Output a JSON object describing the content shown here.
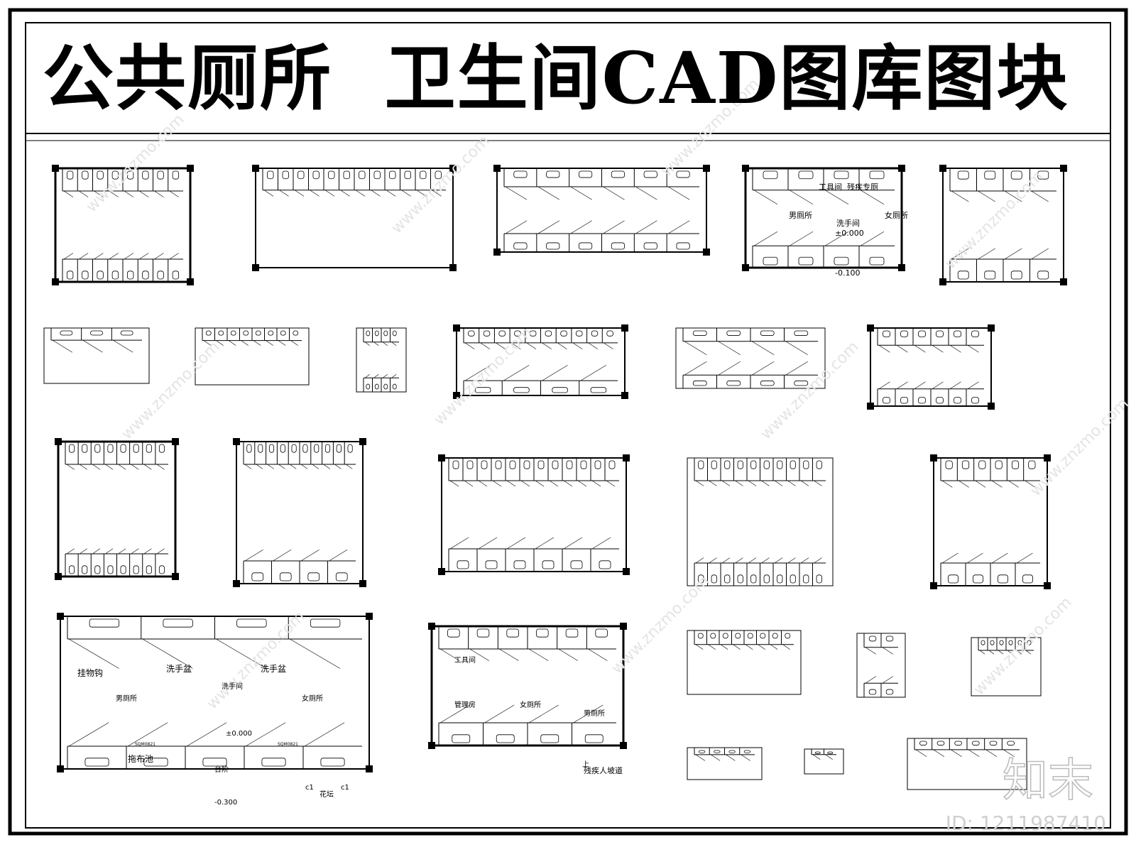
{
  "title": "公共厕所  卫生间CAD图库图块",
  "watermark": {
    "logo": "知末",
    "id_text": "ID: 1211987410",
    "site": "www.znzmo.com"
  },
  "plans": {
    "washroom_a": {
      "tool_room": "工具间",
      "accessible_wc": "残疾专厕",
      "mens": "男厕所",
      "womens": "女厕所",
      "wash_room": "洗手间",
      "level": "±0.000",
      "outside_level": "-0.100"
    },
    "washroom_b": {
      "hook": "挂物钩",
      "mens": "男厕所",
      "basin_left": "洗手盆",
      "basin_right": "洗手盆",
      "wash_room": "洗手间",
      "womens": "女厕所",
      "level": "±0.000",
      "door_left": "SQM0821",
      "door_right": "SQM0821",
      "mop_sink": "拖布池",
      "steps": "台阶",
      "outside_level": "-0.300",
      "planter": "花坛",
      "window_1": "c1",
      "window_2": "c1"
    },
    "washroom_c": {
      "tool_room": "工具间",
      "management": "管理房",
      "womens": "女厕所",
      "mens": "男厕所",
      "ramp": "残疾人坡道",
      "up": "上"
    }
  }
}
